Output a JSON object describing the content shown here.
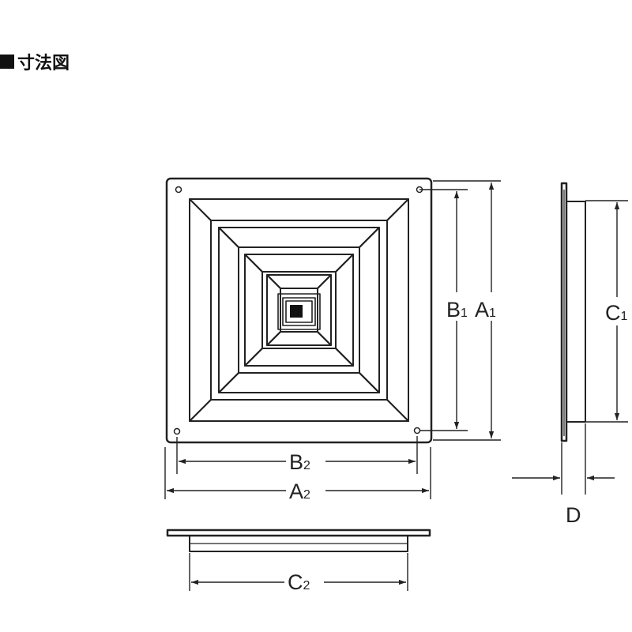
{
  "heading": {
    "marker": "■",
    "title": "寸法図"
  },
  "dimensions": {
    "a1": {
      "letter": "A",
      "sub": "1"
    },
    "b1": {
      "letter": "B",
      "sub": "1"
    },
    "c1": {
      "letter": "C",
      "sub": "1"
    },
    "a2": {
      "letter": "A",
      "sub": "2"
    },
    "b2": {
      "letter": "B",
      "sub": "2"
    },
    "c2": {
      "letter": "C",
      "sub": "2"
    },
    "d": {
      "letter": "D",
      "sub": ""
    }
  }
}
